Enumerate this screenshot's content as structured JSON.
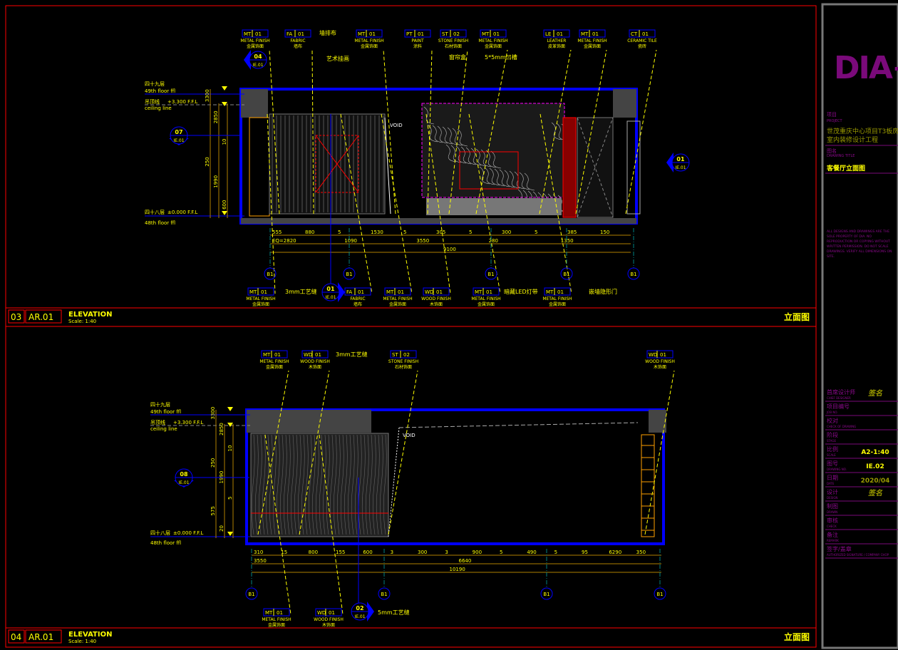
{
  "colors": {
    "frame": "#ff0000",
    "wall": "#0000ff",
    "annotation": "#ffff00",
    "dimension": "#b08000",
    "brand": "#7a0a7a"
  },
  "elev03": {
    "number": "03",
    "sheet": "AR.01",
    "title": "ELEVATION",
    "scale": "Scale: 1:40",
    "title_cn": "立面图",
    "levels": {
      "top_cn": "四十九层",
      "top_en": "49th floor ffl",
      "ceiling_cn": "吊顶线",
      "ceiling_val": "+3.300 F.F.L",
      "ceiling_en": "ceiling line",
      "floor_cn": "四十八层",
      "floor_val": "±0.000 F.F.L",
      "floor_en": "48th floor ffl"
    },
    "top_tags": [
      {
        "code": "MT",
        "num": "01",
        "en": "METAL FINISH",
        "cn": "金属饰面"
      },
      {
        "code": "FA",
        "num": "01",
        "en": "FABRIC",
        "cn": "墙布"
      },
      {
        "code": "MT",
        "num": "01",
        "en": "METAL FINISH",
        "cn": "金属饰面"
      },
      {
        "code": "PT",
        "num": "01",
        "en": "PAINT",
        "cn": "涂料"
      },
      {
        "code": "ST",
        "num": "02",
        "en": "STONE FINISH",
        "cn": "石材饰面"
      },
      {
        "code": "MT",
        "num": "01",
        "en": "METAL FINISH",
        "cn": "金属饰面"
      },
      {
        "code": "LE",
        "num": "01",
        "en": "LEATHER",
        "cn": "皮革饰面"
      },
      {
        "code": "MT",
        "num": "01",
        "en": "METAL FINISH",
        "cn": "金属饰面"
      },
      {
        "code": "CT",
        "num": "01",
        "en": "CERAMIC TILE",
        "cn": "瓷砖"
      }
    ],
    "top_notes": [
      "墙排布",
      "艺术挂画",
      "窗帘盒",
      "5*5mm凹槽"
    ],
    "bottom_tags": [
      {
        "code": "MT",
        "num": "01",
        "en": "METAL FINISH",
        "cn": "金属饰面"
      },
      {
        "code": "FA",
        "num": "01",
        "en": "FABRIC",
        "cn": "墙布"
      },
      {
        "code": "MT",
        "num": "01",
        "en": "METAL FINISH",
        "cn": "金属饰面"
      },
      {
        "code": "WD",
        "num": "01",
        "en": "WOOD FINISH",
        "cn": "木饰面"
      },
      {
        "code": "MT",
        "num": "01",
        "en": "METAL FINISH",
        "cn": "金属饰面"
      },
      {
        "code": "MT",
        "num": "01",
        "en": "METAL FINISH",
        "cn": "金属饰面"
      }
    ],
    "bottom_notes": [
      "3mm工艺缝",
      "暗藏LED灯带",
      "嵌墙隐形门"
    ],
    "callouts": [
      {
        "num": "04",
        "ref": "IE.01"
      },
      {
        "num": "07",
        "ref": "IE.01"
      },
      {
        "num": "01",
        "ref": "IE.01"
      },
      {
        "num": "01",
        "ref": "IE.01"
      }
    ],
    "void": "VOID",
    "dims_row1": [
      "555",
      "880",
      "5",
      "1530",
      "5",
      "305",
      "5",
      "300",
      "5",
      "385",
      "150"
    ],
    "dims_row2": [
      "EQ=2820",
      "1090",
      "3550",
      "280",
      "1350"
    ],
    "dim_total": "9100",
    "dims_vertical": [
      "3300",
      "2850",
      "10",
      "250",
      "1990",
      "600"
    ],
    "grids": [
      "B1",
      "B1",
      "B1",
      "B1",
      "B1"
    ]
  },
  "elev04": {
    "number": "04",
    "sheet": "AR.01",
    "title": "ELEVATION",
    "scale": "Scale: 1:40",
    "title_cn": "立面图",
    "levels": {
      "top_cn": "四十九层",
      "top_en": "49th floor ffl",
      "ceiling_cn": "吊顶线",
      "ceiling_val": "+3.300 F.F.L",
      "ceiling_en": "ceiling line",
      "floor_cn": "四十八层",
      "floor_val": "±0.000 F.F.L",
      "floor_en": "48th floor ffl"
    },
    "top_tags": [
      {
        "code": "MT",
        "num": "01",
        "en": "METAL FINISH",
        "cn": "金属饰面"
      },
      {
        "code": "WD",
        "num": "01",
        "en": "WOOD FINISH",
        "cn": "木饰面"
      },
      {
        "code": "ST",
        "num": "02",
        "en": "STONE FINISH",
        "cn": "石材饰面"
      },
      {
        "code": "WD",
        "num": "01",
        "en": "WOOD FINISH",
        "cn": "木饰面"
      }
    ],
    "top_notes": [
      "3mm工艺缝"
    ],
    "bottom_tags": [
      {
        "code": "MT",
        "num": "01",
        "en": "METAL FINISH",
        "cn": "金属饰面"
      },
      {
        "code": "WD",
        "num": "01",
        "en": "WOOD FINISH",
        "cn": "木饰面"
      }
    ],
    "bottom_notes": [
      "5mm工艺缝"
    ],
    "callouts": [
      {
        "num": "08",
        "ref": "IE.01"
      },
      {
        "num": "02",
        "ref": "IE.01"
      }
    ],
    "void": "VOID",
    "dims_row1": [
      "310",
      "15",
      "800",
      "155",
      "600",
      "3",
      "300",
      "3",
      "900",
      "5",
      "490",
      "5",
      "95",
      "6290",
      "350"
    ],
    "dims_row2": [
      "3550",
      "6640"
    ],
    "dim_total": "10190",
    "dims_vertical": [
      "3300",
      "2850",
      "10",
      "250",
      "1990",
      "5",
      "575",
      "20"
    ],
    "grids": [
      "B1",
      "B1",
      "B1",
      "B1"
    ]
  },
  "title_block": {
    "logo": "DIA+",
    "project_label": "项目",
    "project_label_en": "PROJECT",
    "project_name_1": "世茂重庆中心项目T3板房",
    "project_name_2": "室内装修设计工程",
    "drawing_label": "图名",
    "drawing_label_en": "DRAWING TITLE",
    "drawing_name": "客餐厅立面图",
    "notes": "ALL DESIGNS AND DRAWINGS ARE THE SOLE PROPERTY OF DIA. NO REPRODUCTION OR COPYING WITHOUT WRITTEN PERMISSION. DO NOT SCALE DRAWINGS. VERIFY ALL DIMENSIONS ON SITE.",
    "rows": [
      {
        "cn": "首席设计师",
        "en": "CHIEF DESIGNER",
        "value": "签名"
      },
      {
        "cn": "项目编号",
        "en": "JOB NO.",
        "value": ""
      },
      {
        "cn": "校对",
        "en": "CHECK OF DRAWING",
        "value": ""
      },
      {
        "cn": "阶段",
        "en": "STAGE",
        "value": ""
      },
      {
        "cn": "比例",
        "en": "SCALE",
        "value": "A2-1:40"
      },
      {
        "cn": "图号",
        "en": "DRAWING NO.",
        "value": "IE.02"
      },
      {
        "cn": "日期",
        "en": "DATE",
        "value": "2020/04"
      },
      {
        "cn": "设计",
        "en": "DESIGN",
        "value": "签名"
      },
      {
        "cn": "制图",
        "en": "DRAWN",
        "value": ""
      },
      {
        "cn": "审核",
        "en": "CHECK",
        "value": ""
      },
      {
        "cn": "备注",
        "en": "REMARK",
        "value": ""
      },
      {
        "cn": "签字/盖章",
        "en": "AUTHORIZED SIGNATURE / COMPANY CHOP",
        "value": ""
      }
    ]
  }
}
